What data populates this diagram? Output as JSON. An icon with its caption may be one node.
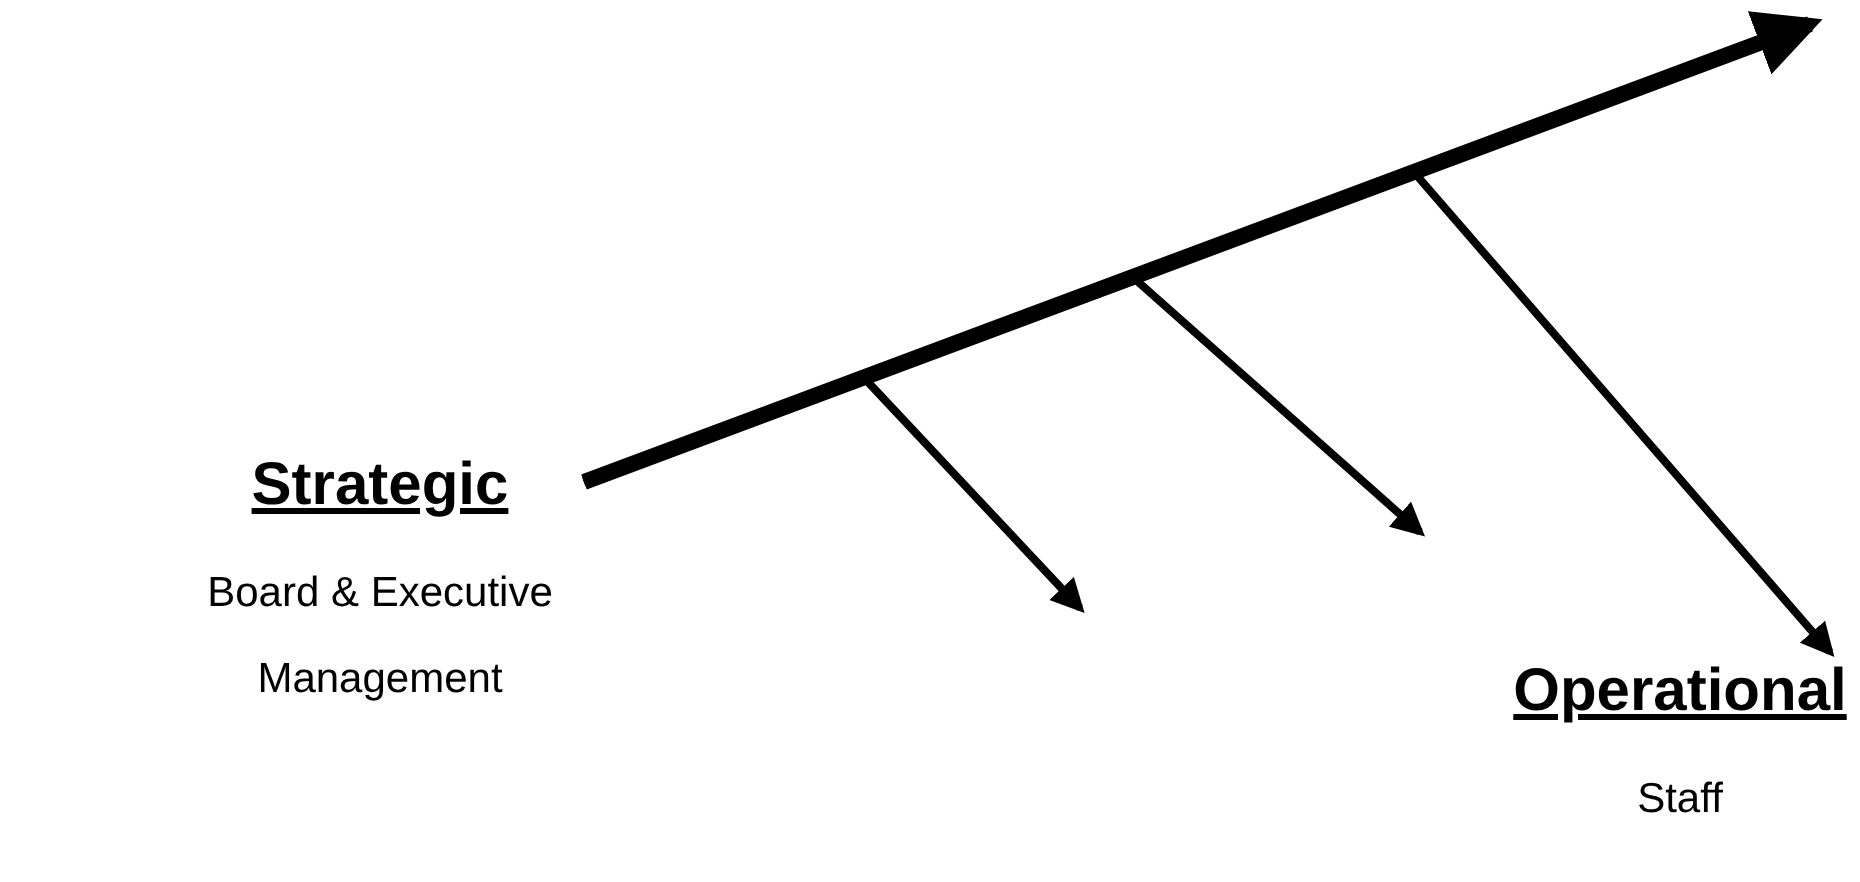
{
  "diagram": {
    "nodes": [
      {
        "text": [
          "Strategic",
          "Board & Executive Management"
        ]
      },
      {
        "text": [
          "Operational",
          "Staff"
        ]
      }
    ],
    "edges": [
      {
        "from": 0,
        "to": null,
        "arrow": "to",
        "style": "thick"
      },
      {
        "from": 0,
        "to": null,
        "arrow": "to"
      },
      {
        "from": 0,
        "to": null,
        "arrow": "to"
      },
      {
        "from": 0,
        "to": 1,
        "arrow": "to"
      }
    ]
  }
}
